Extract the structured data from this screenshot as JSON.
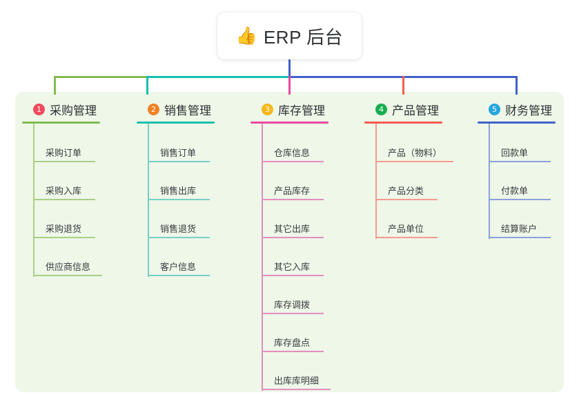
{
  "diagram": {
    "type": "mind-map",
    "root": {
      "icon": "thumbs-up-icon",
      "icon_glyph": "👍",
      "label": "ERP 后台"
    },
    "panel_color": "#eef7e8",
    "background_color": "#ffffff",
    "branches": [
      {
        "number": "1",
        "title": "采购管理",
        "badge_color": "#f04b5e",
        "line_color": "#82bb50",
        "items": [
          "采购订单",
          "采购入库",
          "采购退货",
          "供应商信息"
        ]
      },
      {
        "number": "2",
        "title": "销售管理",
        "badge_color": "#f28123",
        "line_color": "#16bfae",
        "items": [
          "销售订单",
          "销售出库",
          "销售退货",
          "客户信息"
        ]
      },
      {
        "number": "3",
        "title": "库存管理",
        "badge_color": "#f5b818",
        "line_color": "#e8489f",
        "items": [
          "仓库信息",
          "产品库存",
          "其它出库",
          "其它入库",
          "库存调拨",
          "库存盘点",
          "出库库明细"
        ]
      },
      {
        "number": "4",
        "title": "产品管理",
        "badge_color": "#18ae4f",
        "line_color": "#f45c4f",
        "items": [
          "产品（物料）",
          "产品分类",
          "产品单位"
        ]
      },
      {
        "number": "5",
        "title": "财务管理",
        "badge_color": "#27a6e0",
        "line_color": "#4160c8",
        "items": [
          "回款单",
          "付款单",
          "结算账户"
        ]
      }
    ],
    "trunk": {
      "stem_color": "#4160c8",
      "bus_segments": [
        {
          "color": "#82bb50"
        },
        {
          "color": "#16bfae"
        },
        {
          "color": "#4160c8"
        }
      ]
    }
  }
}
